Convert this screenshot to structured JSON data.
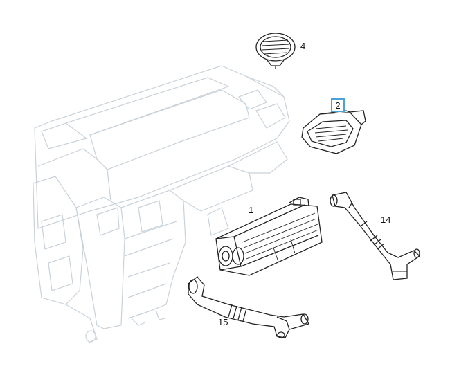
{
  "callouts": {
    "part_4": "4",
    "part_2": "2",
    "part_1": "1",
    "part_14": "14",
    "part_15": "15"
  },
  "colors": {
    "highlight_box": "#4aa3d8",
    "ghost_line": "#c9d2da",
    "part_line": "#222222"
  }
}
